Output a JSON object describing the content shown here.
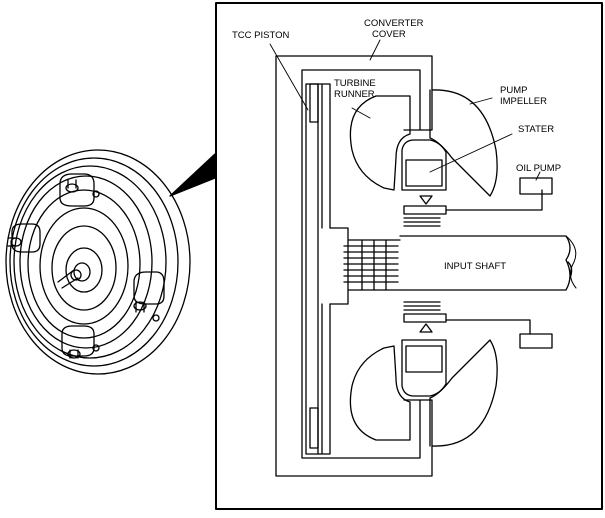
{
  "labels": {
    "tcc_piston": "TCC PISTON",
    "converter_cover_1": "CONVERTER",
    "converter_cover_2": "COVER",
    "turbine_runner_1": "TURBINE",
    "turbine_runner_2": "RUNNER",
    "pump_impeller_1": "PUMP",
    "pump_impeller_2": "IMPELLER",
    "stater": "STATER",
    "oil_pump": "OIL PUMP",
    "input_shaft": "INPUT SHAFT"
  },
  "colors": {
    "ink": "#000000",
    "paper": "#ffffff"
  }
}
